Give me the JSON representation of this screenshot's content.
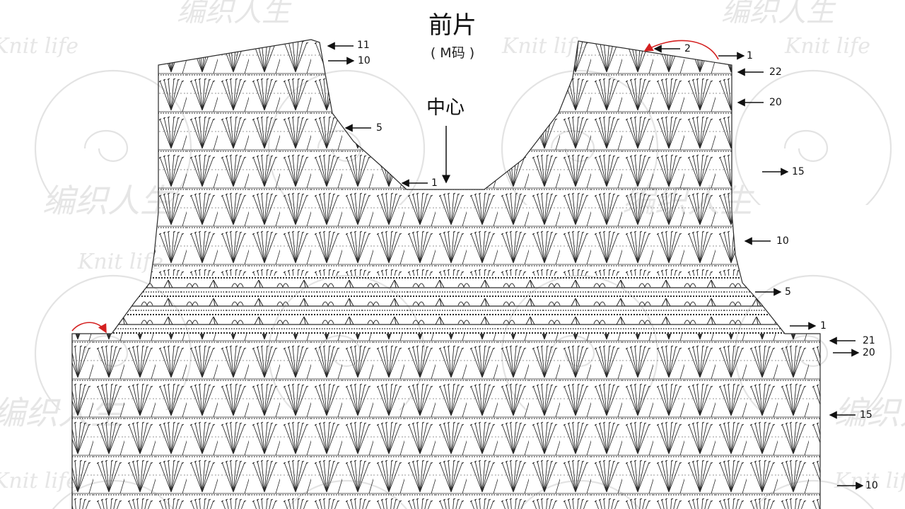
{
  "title": "前片",
  "subtitle": "( M码 )",
  "center_label": "中心",
  "watermark": {
    "text_cn": "编织人生",
    "text_en": "Knit life"
  },
  "colors": {
    "stitch": "#2a2a2a",
    "accent_arrow": "#d42020",
    "watermark": "#e3e3e3"
  },
  "row_markers": [
    {
      "id": "left-shoulder-11",
      "label": "11",
      "direction": "left"
    },
    {
      "id": "left-shoulder-10",
      "label": "10",
      "direction": "right"
    },
    {
      "id": "left-neck-5",
      "label": "5",
      "direction": "left"
    },
    {
      "id": "neck-center-1",
      "label": "1",
      "direction": "left"
    },
    {
      "id": "right-shoulder-2",
      "label": "2",
      "direction": "left"
    },
    {
      "id": "right-shoulder-1",
      "label": "1",
      "direction": "right"
    },
    {
      "id": "right-22",
      "label": "22",
      "direction": "left"
    },
    {
      "id": "right-20",
      "label": "20",
      "direction": "left"
    },
    {
      "id": "right-15",
      "label": "15",
      "direction": "right"
    },
    {
      "id": "right-10",
      "label": "10",
      "direction": "left"
    },
    {
      "id": "right-5",
      "label": "5",
      "direction": "right"
    },
    {
      "id": "armhole-1",
      "label": "1",
      "direction": "right"
    },
    {
      "id": "body-21",
      "label": "21",
      "direction": "left"
    },
    {
      "id": "body-20",
      "label": "20",
      "direction": "right"
    },
    {
      "id": "body-15",
      "label": "15",
      "direction": "left"
    },
    {
      "id": "body-10",
      "label": "10",
      "direction": "right"
    }
  ]
}
